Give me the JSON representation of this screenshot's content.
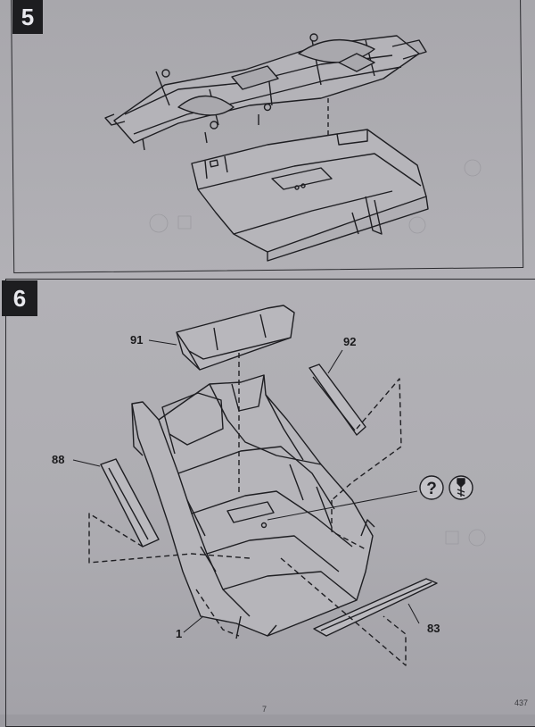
{
  "steps": [
    {
      "number": "5"
    },
    {
      "number": "6"
    }
  ],
  "parts": {
    "p91": "91",
    "p92": "92",
    "p88": "88",
    "p1": "1",
    "p83": "83"
  },
  "footer": {
    "page_number": "7",
    "code": "437"
  },
  "icons": {
    "help": "question-mark-icon",
    "drill": "drill-bit-icon"
  },
  "colors": {
    "paper": "#aeadb2",
    "ink": "#1d1d20"
  }
}
